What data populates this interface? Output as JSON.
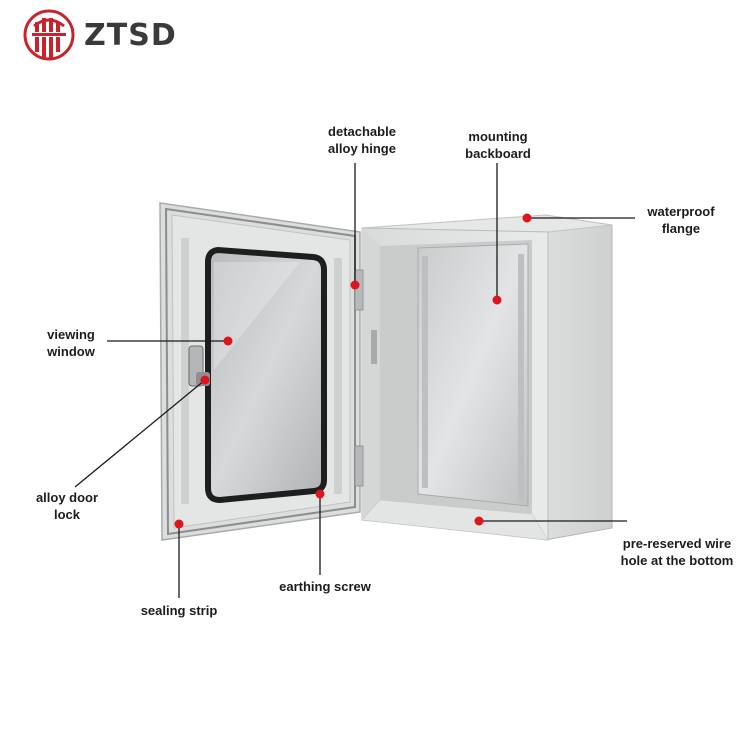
{
  "brand": {
    "name": "ZTSD",
    "accent": "#c8232c"
  },
  "callouts": {
    "hinge": [
      "detachable",
      "alloy hinge"
    ],
    "backboard": [
      "mounting",
      "backboard"
    ],
    "flange": [
      "waterproof",
      "flange"
    ],
    "window": [
      "viewing",
      "window"
    ],
    "lock": [
      "alloy door",
      "lock"
    ],
    "wirehole": [
      "pre-reserved wire",
      "hole at the bottom"
    ],
    "earthing": [
      "earthing screw"
    ],
    "sealing": [
      "sealing strip"
    ]
  },
  "colors": {
    "dot": "#e0141e",
    "line": "#1a1a1a"
  }
}
